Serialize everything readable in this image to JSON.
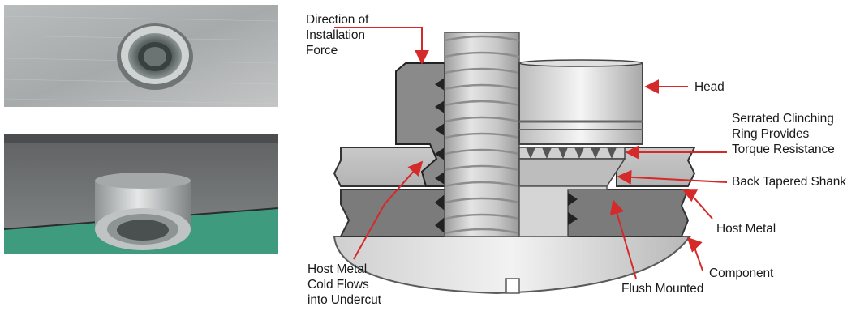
{
  "photos": [
    {
      "name": "top-view-photo",
      "icon": "press-nut-top-view"
    },
    {
      "name": "bottom-view-photo",
      "icon": "press-nut-bottom-view"
    }
  ],
  "labels": {
    "direction": [
      "Direction of",
      "Installation",
      "Force"
    ],
    "head": [
      "Head"
    ],
    "serrated": [
      "Serrated Clinching",
      "Ring Provides",
      "Torque Resistance"
    ],
    "shank": [
      "Back Tapered Shank"
    ],
    "host_metal": [
      "Host Metal"
    ],
    "component": [
      "Component"
    ],
    "flush": [
      "Flush Mounted"
    ],
    "cold_flow": [
      "Host Metal",
      "Cold Flows",
      "into Undercut"
    ]
  },
  "colors": {
    "callout": "#d42a2a",
    "section": "#8c8c8c",
    "section_dark": "#555555",
    "text": "#1a1a1a"
  }
}
